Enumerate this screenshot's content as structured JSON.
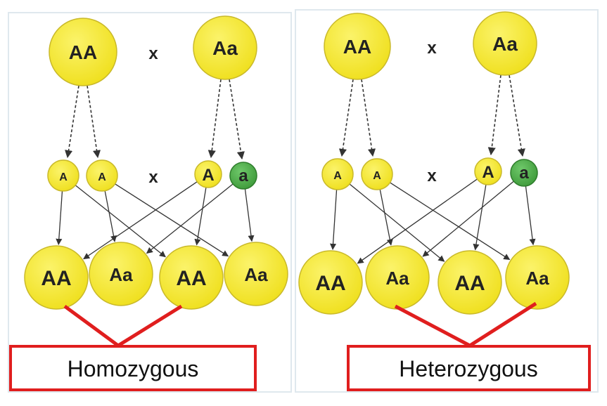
{
  "cross_symbol": "x",
  "colors": {
    "dominant_fill": "#f6ea30",
    "recessive_fill": "#4fae4a",
    "outline": "#c9b92a",
    "highlight_red": "#e01e1e",
    "arrow": "#333333"
  },
  "panels": [
    {
      "parents": [
        "AA",
        "Aa"
      ],
      "gametes": [
        "A",
        "A",
        "A",
        "a"
      ],
      "offspring": [
        "AA",
        "Aa",
        "AA",
        "Aa"
      ],
      "highlight": [
        0,
        2
      ],
      "label": "Homozygous"
    },
    {
      "parents": [
        "AA",
        "Aa"
      ],
      "gametes": [
        "A",
        "A",
        "A",
        "a"
      ],
      "offspring": [
        "AA",
        "Aa",
        "AA",
        "Aa"
      ],
      "highlight": [
        1,
        3
      ],
      "label": "Heterozygous"
    }
  ]
}
